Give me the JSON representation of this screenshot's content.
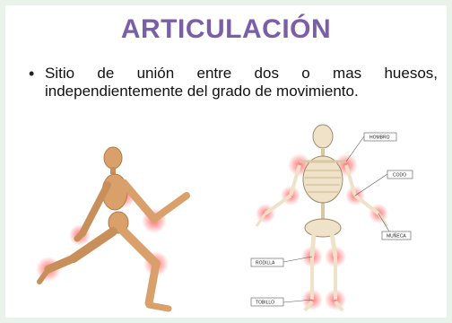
{
  "slide": {
    "title": "ARTICULACIÓN",
    "bullet_symbol": "•",
    "text": "Sitio de unión entre dos o mas huesos, independientemente del grado de movimiento."
  },
  "skeleton_labels": [
    "HOMBRO",
    "CODO",
    "MUÑECA",
    "RODILLA",
    "TOBILLO"
  ],
  "colors": {
    "title": "#7b5ea8",
    "wood": "#d9a06c",
    "bone": "#efe2c8",
    "joint_highlight": "#ff3b3b",
    "background": "#eaf3ea"
  }
}
